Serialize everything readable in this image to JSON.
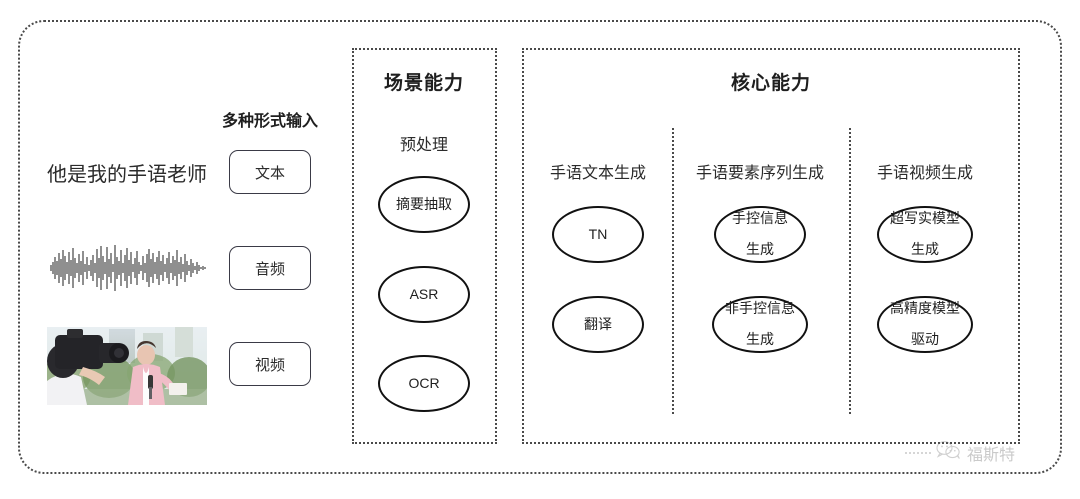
{
  "diagram": {
    "input_section": {
      "heading": "多种形式输入",
      "sentence": "他是我的手语老师",
      "modalities": [
        {
          "label": "文本",
          "icon": "text-icon"
        },
        {
          "label": "音频",
          "icon": "waveform-icon"
        },
        {
          "label": "视频",
          "icon": "video-icon"
        }
      ],
      "waveform_alt": "audio-waveform",
      "video_alt": "camera-operator-filming-reporter"
    },
    "scenario_panel": {
      "title": "场景能力",
      "group_label": "预处理",
      "nodes": [
        {
          "lines": [
            "摘要抽取"
          ]
        },
        {
          "lines": [
            "ASR"
          ]
        },
        {
          "lines": [
            "OCR"
          ]
        }
      ]
    },
    "core_panel": {
      "title": "核心能力",
      "columns": [
        {
          "label": "手语文本生成",
          "nodes": [
            {
              "lines": [
                "TN"
              ]
            },
            {
              "lines": [
                "翻译"
              ]
            }
          ]
        },
        {
          "label": "手语要素序列生成",
          "nodes": [
            {
              "lines": [
                "手控信息",
                "生成"
              ]
            },
            {
              "lines": [
                "非手控信息",
                "生成"
              ]
            }
          ]
        },
        {
          "label": "手语视频生成",
          "nodes": [
            {
              "lines": [
                "超写实模型",
                "生成"
              ]
            },
            {
              "lines": [
                "高精度模型",
                "驱动"
              ]
            }
          ]
        }
      ]
    },
    "watermark": {
      "text": "福斯特",
      "icon": "wechat-icon"
    },
    "colors": {
      "frame": "#4a4a4a",
      "node_stroke": "#111111",
      "text": "#2b2b2b",
      "background": "#ffffff"
    }
  }
}
